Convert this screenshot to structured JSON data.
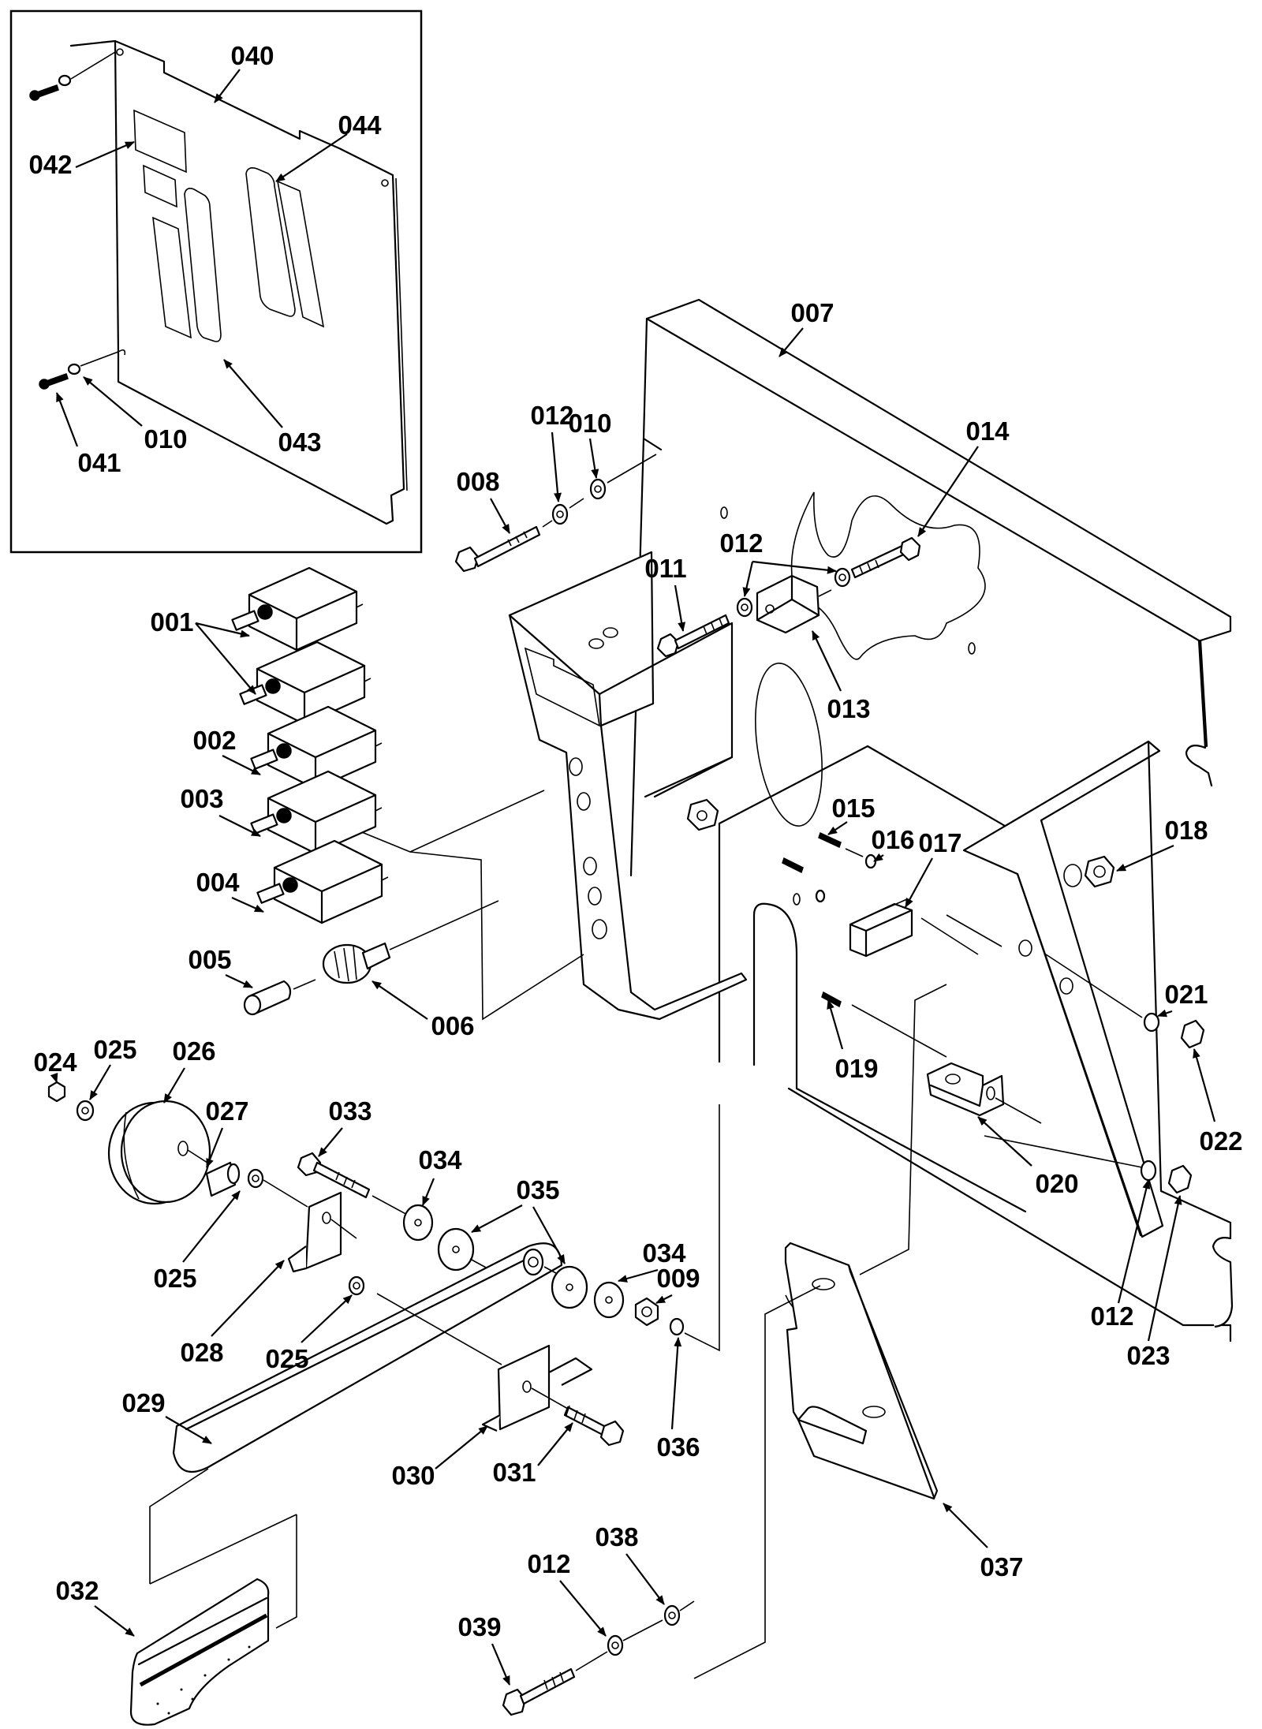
{
  "diagram": {
    "title": "Exploded parts diagram – control panel bracket assembly",
    "background": "#ffffff",
    "line_color": "#000000",
    "inset": {
      "description": "Inset: front cover panel with decals",
      "labels": [
        "040",
        "044",
        "042",
        "043",
        "010",
        "041"
      ]
    },
    "callouts": [
      {
        "id": "c040",
        "text": "040",
        "part": "cover-panel"
      },
      {
        "id": "c044",
        "text": "044",
        "part": "decal-right"
      },
      {
        "id": "c042",
        "text": "042",
        "part": "decal-top-left"
      },
      {
        "id": "c043",
        "text": "043",
        "part": "decal-center"
      },
      {
        "id": "c010a",
        "text": "010",
        "part": "washer"
      },
      {
        "id": "c041",
        "text": "041",
        "part": "screw"
      },
      {
        "id": "c007",
        "text": "007",
        "part": "main-frame-panel"
      },
      {
        "id": "c008",
        "text": "008",
        "part": "hex-bolt"
      },
      {
        "id": "c012a",
        "text": "012",
        "part": "lock-washer"
      },
      {
        "id": "c010b",
        "text": "010",
        "part": "flat-washer"
      },
      {
        "id": "c014",
        "text": "014",
        "part": "hex-bolt"
      },
      {
        "id": "c012b",
        "text": "012",
        "part": "lock-washer"
      },
      {
        "id": "c011",
        "text": "011",
        "part": "hex-bolt"
      },
      {
        "id": "c013",
        "text": "013",
        "part": "hex-spacer"
      },
      {
        "id": "c001",
        "text": "001",
        "part": "toggle-switch"
      },
      {
        "id": "c002",
        "text": "002",
        "part": "toggle-switch"
      },
      {
        "id": "c003",
        "text": "003",
        "part": "toggle-switch"
      },
      {
        "id": "c004",
        "text": "004",
        "part": "toggle-switch"
      },
      {
        "id": "c005",
        "text": "005",
        "part": "lamp-lens"
      },
      {
        "id": "c006",
        "text": "006",
        "part": "lamp-holder"
      },
      {
        "id": "c015",
        "text": "015",
        "part": "screw"
      },
      {
        "id": "c016",
        "text": "016",
        "part": "washer"
      },
      {
        "id": "c017",
        "text": "017",
        "part": "micro-switch"
      },
      {
        "id": "c018",
        "text": "018",
        "part": "lock-nut"
      },
      {
        "id": "c019",
        "text": "019",
        "part": "screw"
      },
      {
        "id": "c020",
        "text": "020",
        "part": "angle-bracket"
      },
      {
        "id": "c021",
        "text": "021",
        "part": "washer"
      },
      {
        "id": "c022",
        "text": "022",
        "part": "nut"
      },
      {
        "id": "c012c",
        "text": "012",
        "part": "lock-washer"
      },
      {
        "id": "c023",
        "text": "023",
        "part": "nut"
      },
      {
        "id": "c024",
        "text": "024",
        "part": "nut"
      },
      {
        "id": "c025a",
        "text": "025",
        "part": "washer"
      },
      {
        "id": "c026",
        "text": "026",
        "part": "pulley"
      },
      {
        "id": "c027",
        "text": "027",
        "part": "bushing"
      },
      {
        "id": "c025b",
        "text": "025",
        "part": "washer"
      },
      {
        "id": "c028",
        "text": "028",
        "part": "mount-bracket"
      },
      {
        "id": "c025c",
        "text": "025",
        "part": "washer"
      },
      {
        "id": "c033",
        "text": "033",
        "part": "hex-bolt"
      },
      {
        "id": "c034a",
        "text": "034",
        "part": "washer"
      },
      {
        "id": "c035",
        "text": "035",
        "part": "large-washer"
      },
      {
        "id": "c034b",
        "text": "034",
        "part": "washer"
      },
      {
        "id": "c009",
        "text": "009",
        "part": "nut"
      },
      {
        "id": "c036",
        "text": "036",
        "part": "e-clip"
      },
      {
        "id": "c029",
        "text": "029",
        "part": "lever-arm"
      },
      {
        "id": "c030",
        "text": "030",
        "part": "bracket"
      },
      {
        "id": "c031",
        "text": "031",
        "part": "bolt"
      },
      {
        "id": "c032",
        "text": "032",
        "part": "brush-pad"
      },
      {
        "id": "c039",
        "text": "039",
        "part": "hex-bolt"
      },
      {
        "id": "c012d",
        "text": "012",
        "part": "lock-washer"
      },
      {
        "id": "c038",
        "text": "038",
        "part": "washer"
      },
      {
        "id": "c037",
        "text": "037",
        "part": "hook-plate"
      }
    ]
  }
}
